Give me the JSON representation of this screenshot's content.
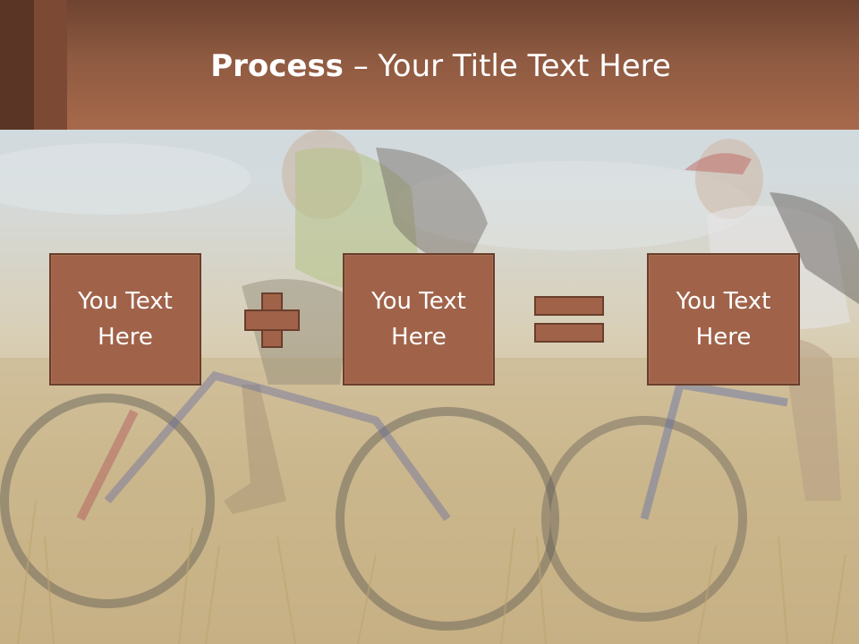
{
  "header": {
    "title_bold": "Process",
    "title_rest": " – Your Title Text Here"
  },
  "process": {
    "step1": "You Text Here",
    "step2": "You Text Here",
    "result": "You Text Here",
    "operator1": "plus-icon",
    "operator2": "equals-icon"
  },
  "colors": {
    "header": "#8e5a41",
    "box_fill": "#a0634a",
    "box_border": "#6a3e2b",
    "text": "#ffffff"
  },
  "background": {
    "image_subject": "two cyclists riding mountain bikes through tall grass field"
  }
}
